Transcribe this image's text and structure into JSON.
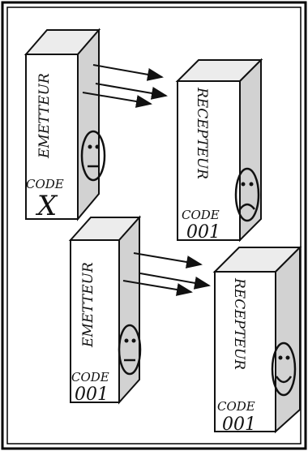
{
  "scenes": [
    {
      "emitter": {
        "label": "EMETTEUR",
        "code_label": "CODE",
        "code_value": "X",
        "face": "neutral-face-icon"
      },
      "receiver": {
        "label": "RECEPTEUR",
        "code_label": "CODE",
        "code_value": "001",
        "face": "sad-face-icon"
      }
    },
    {
      "emitter": {
        "label": "EMETTEUR",
        "code_label": "CODE",
        "code_value": "001",
        "face": "neutral-face-icon"
      },
      "receiver": {
        "label": "RECEPTEUR",
        "code_label": "CODE",
        "code_value": "001",
        "face": "happy-face-icon"
      }
    }
  ],
  "colors": {
    "ink": "#111111",
    "frame": "#000000"
  }
}
